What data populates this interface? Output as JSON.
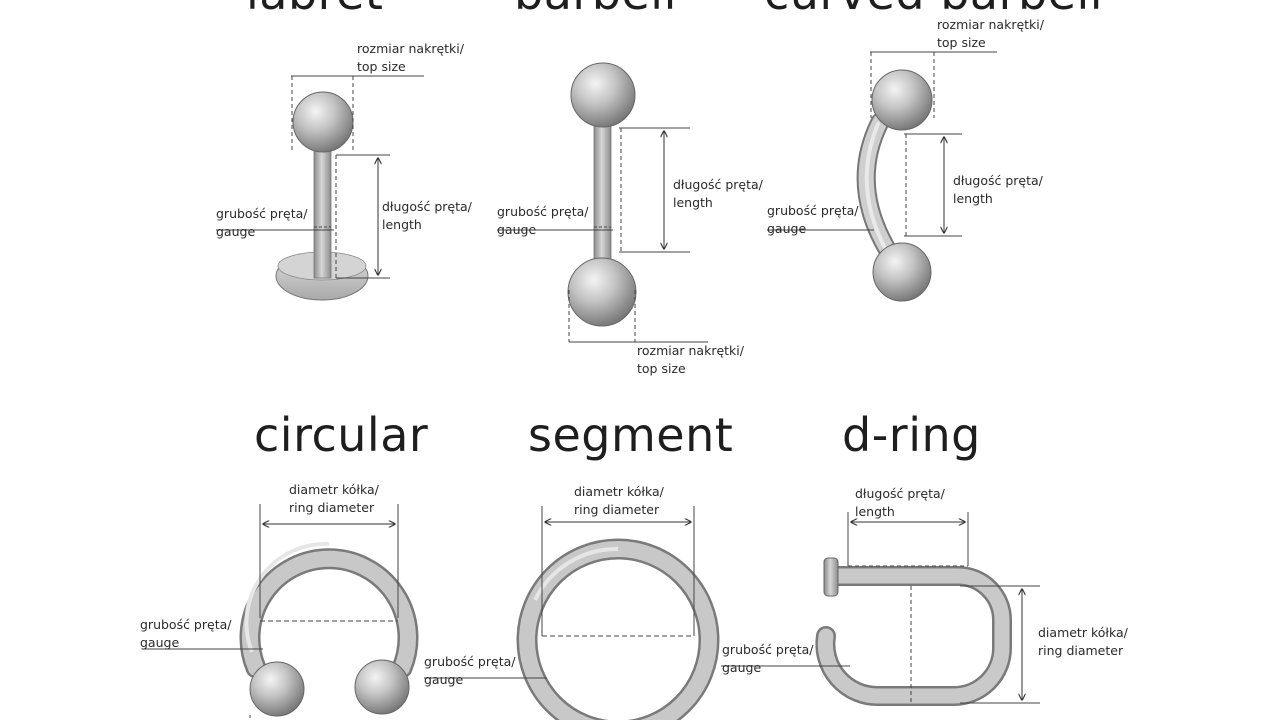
{
  "titles": {
    "labret": "labret",
    "barbell": "barbell",
    "curved_barbell": "curved barbell",
    "circular": "circular",
    "segment": "segment",
    "d_ring": "d-ring"
  },
  "labels": {
    "top_size_pl": "rozmiar nakrętki/",
    "top_size_en": "top size",
    "gauge_pl": "grubość pręta/",
    "gauge_en": "gauge",
    "length_pl": "długość pręta/",
    "length_en": "length",
    "diameter_pl": "diametr kółka/",
    "diameter_en": "ring diameter"
  }
}
